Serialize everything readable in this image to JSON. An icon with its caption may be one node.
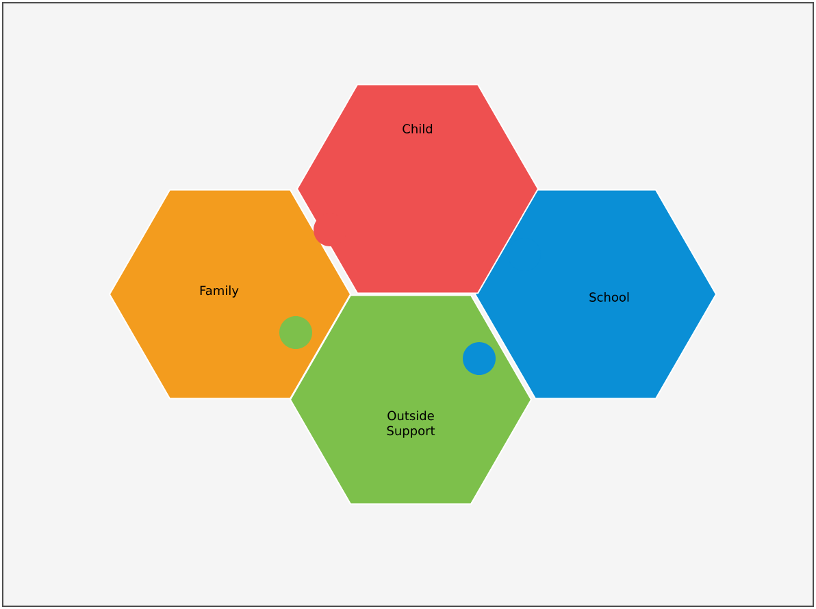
{
  "diagram": {
    "nodes": [
      {
        "text": [
          "Child"
        ]
      },
      {
        "text": [
          "Family"
        ]
      },
      {
        "text": [
          "School"
        ]
      },
      {
        "text": [
          "Outside Support"
        ]
      }
    ]
  }
}
